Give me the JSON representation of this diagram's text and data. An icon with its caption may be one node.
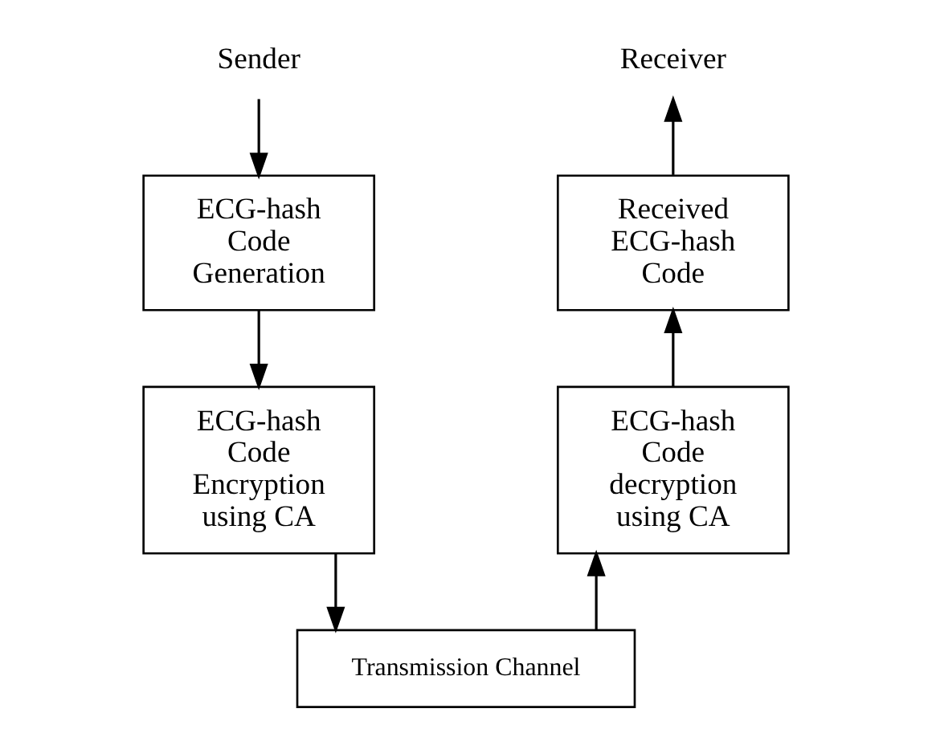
{
  "diagram": {
    "nodes": [
      {
        "text": [
          "Sender"
        ]
      },
      {
        "text": [
          "ECG-hash Code Generation"
        ]
      },
      {
        "text": [
          "ECG-hash Code Encryption using CA"
        ]
      },
      {
        "text": [
          "Transmission Channel"
        ]
      },
      {
        "text": [
          "ECG-hash Code decryption using CA"
        ]
      },
      {
        "text": [
          "Received ECG-hash Code"
        ]
      },
      {
        "text": [
          "Receiver"
        ]
      }
    ],
    "edges": [
      {
        "from": 0,
        "to": 1,
        "arrow": "to"
      },
      {
        "from": 1,
        "to": 2,
        "arrow": "to"
      },
      {
        "from": 2,
        "to": 3,
        "arrow": "to"
      },
      {
        "from": 3,
        "to": 4,
        "arrow": "to"
      },
      {
        "from": 4,
        "to": 5,
        "arrow": "to"
      },
      {
        "from": 5,
        "to": 6,
        "arrow": "to"
      }
    ]
  }
}
